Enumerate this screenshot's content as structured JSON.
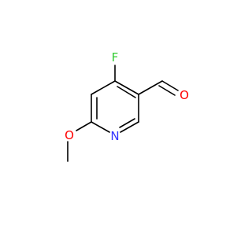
{
  "molecule": {
    "atoms": {
      "fluorine": {
        "symbol": "F",
        "color": "#33cc33"
      },
      "nitrogen": {
        "symbol": "N",
        "color": "#3333ff"
      },
      "methoxy_oxygen": {
        "symbol": "O",
        "color": "#ff0000"
      },
      "aldehyde_oxygen": {
        "symbol": "O",
        "color": "#ff0000"
      }
    },
    "bond_color": "#000000"
  }
}
